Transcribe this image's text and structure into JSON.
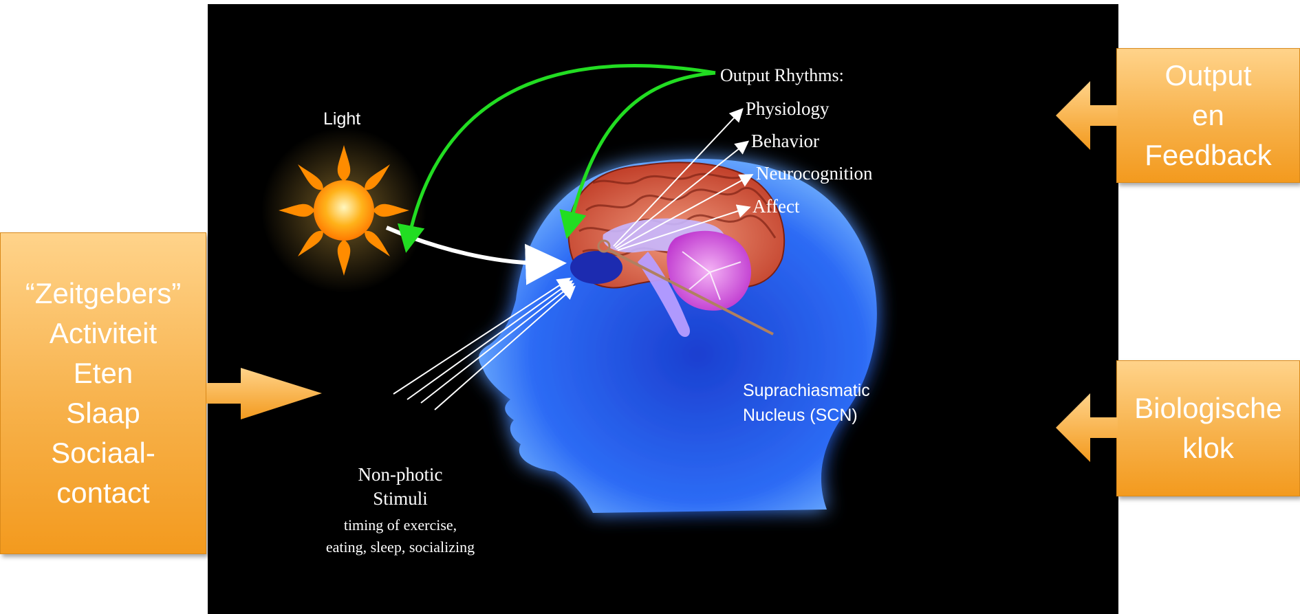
{
  "diagram": {
    "light_label": "Light",
    "output_title": "Output Rhythms:",
    "outputs": [
      "Physiology",
      "Behavior",
      "Neurocognition",
      "Affect"
    ],
    "scn_lines": [
      "Suprachiasmatic",
      "Nucleus (SCN)"
    ],
    "nonphotic_title_lines": [
      "Non-photic",
      "Stimuli"
    ],
    "nonphotic_detail_lines": [
      "timing of exercise,",
      "eating, sleep, socializing"
    ]
  },
  "callouts": {
    "left": [
      "“Zeitgebers”",
      "Activiteit",
      "Eten",
      "Slaap",
      "Sociaal-",
      "contact"
    ],
    "output": [
      "Output",
      "en",
      "Feedback"
    ],
    "clock": [
      "Biologische",
      "klok"
    ]
  },
  "colors": {
    "callout_fill": "#f7b14a",
    "feedback_arrow": "#22dd22",
    "scn_line": "#b08060",
    "head": "#2f6fff",
    "cortex": "#d0543a"
  }
}
